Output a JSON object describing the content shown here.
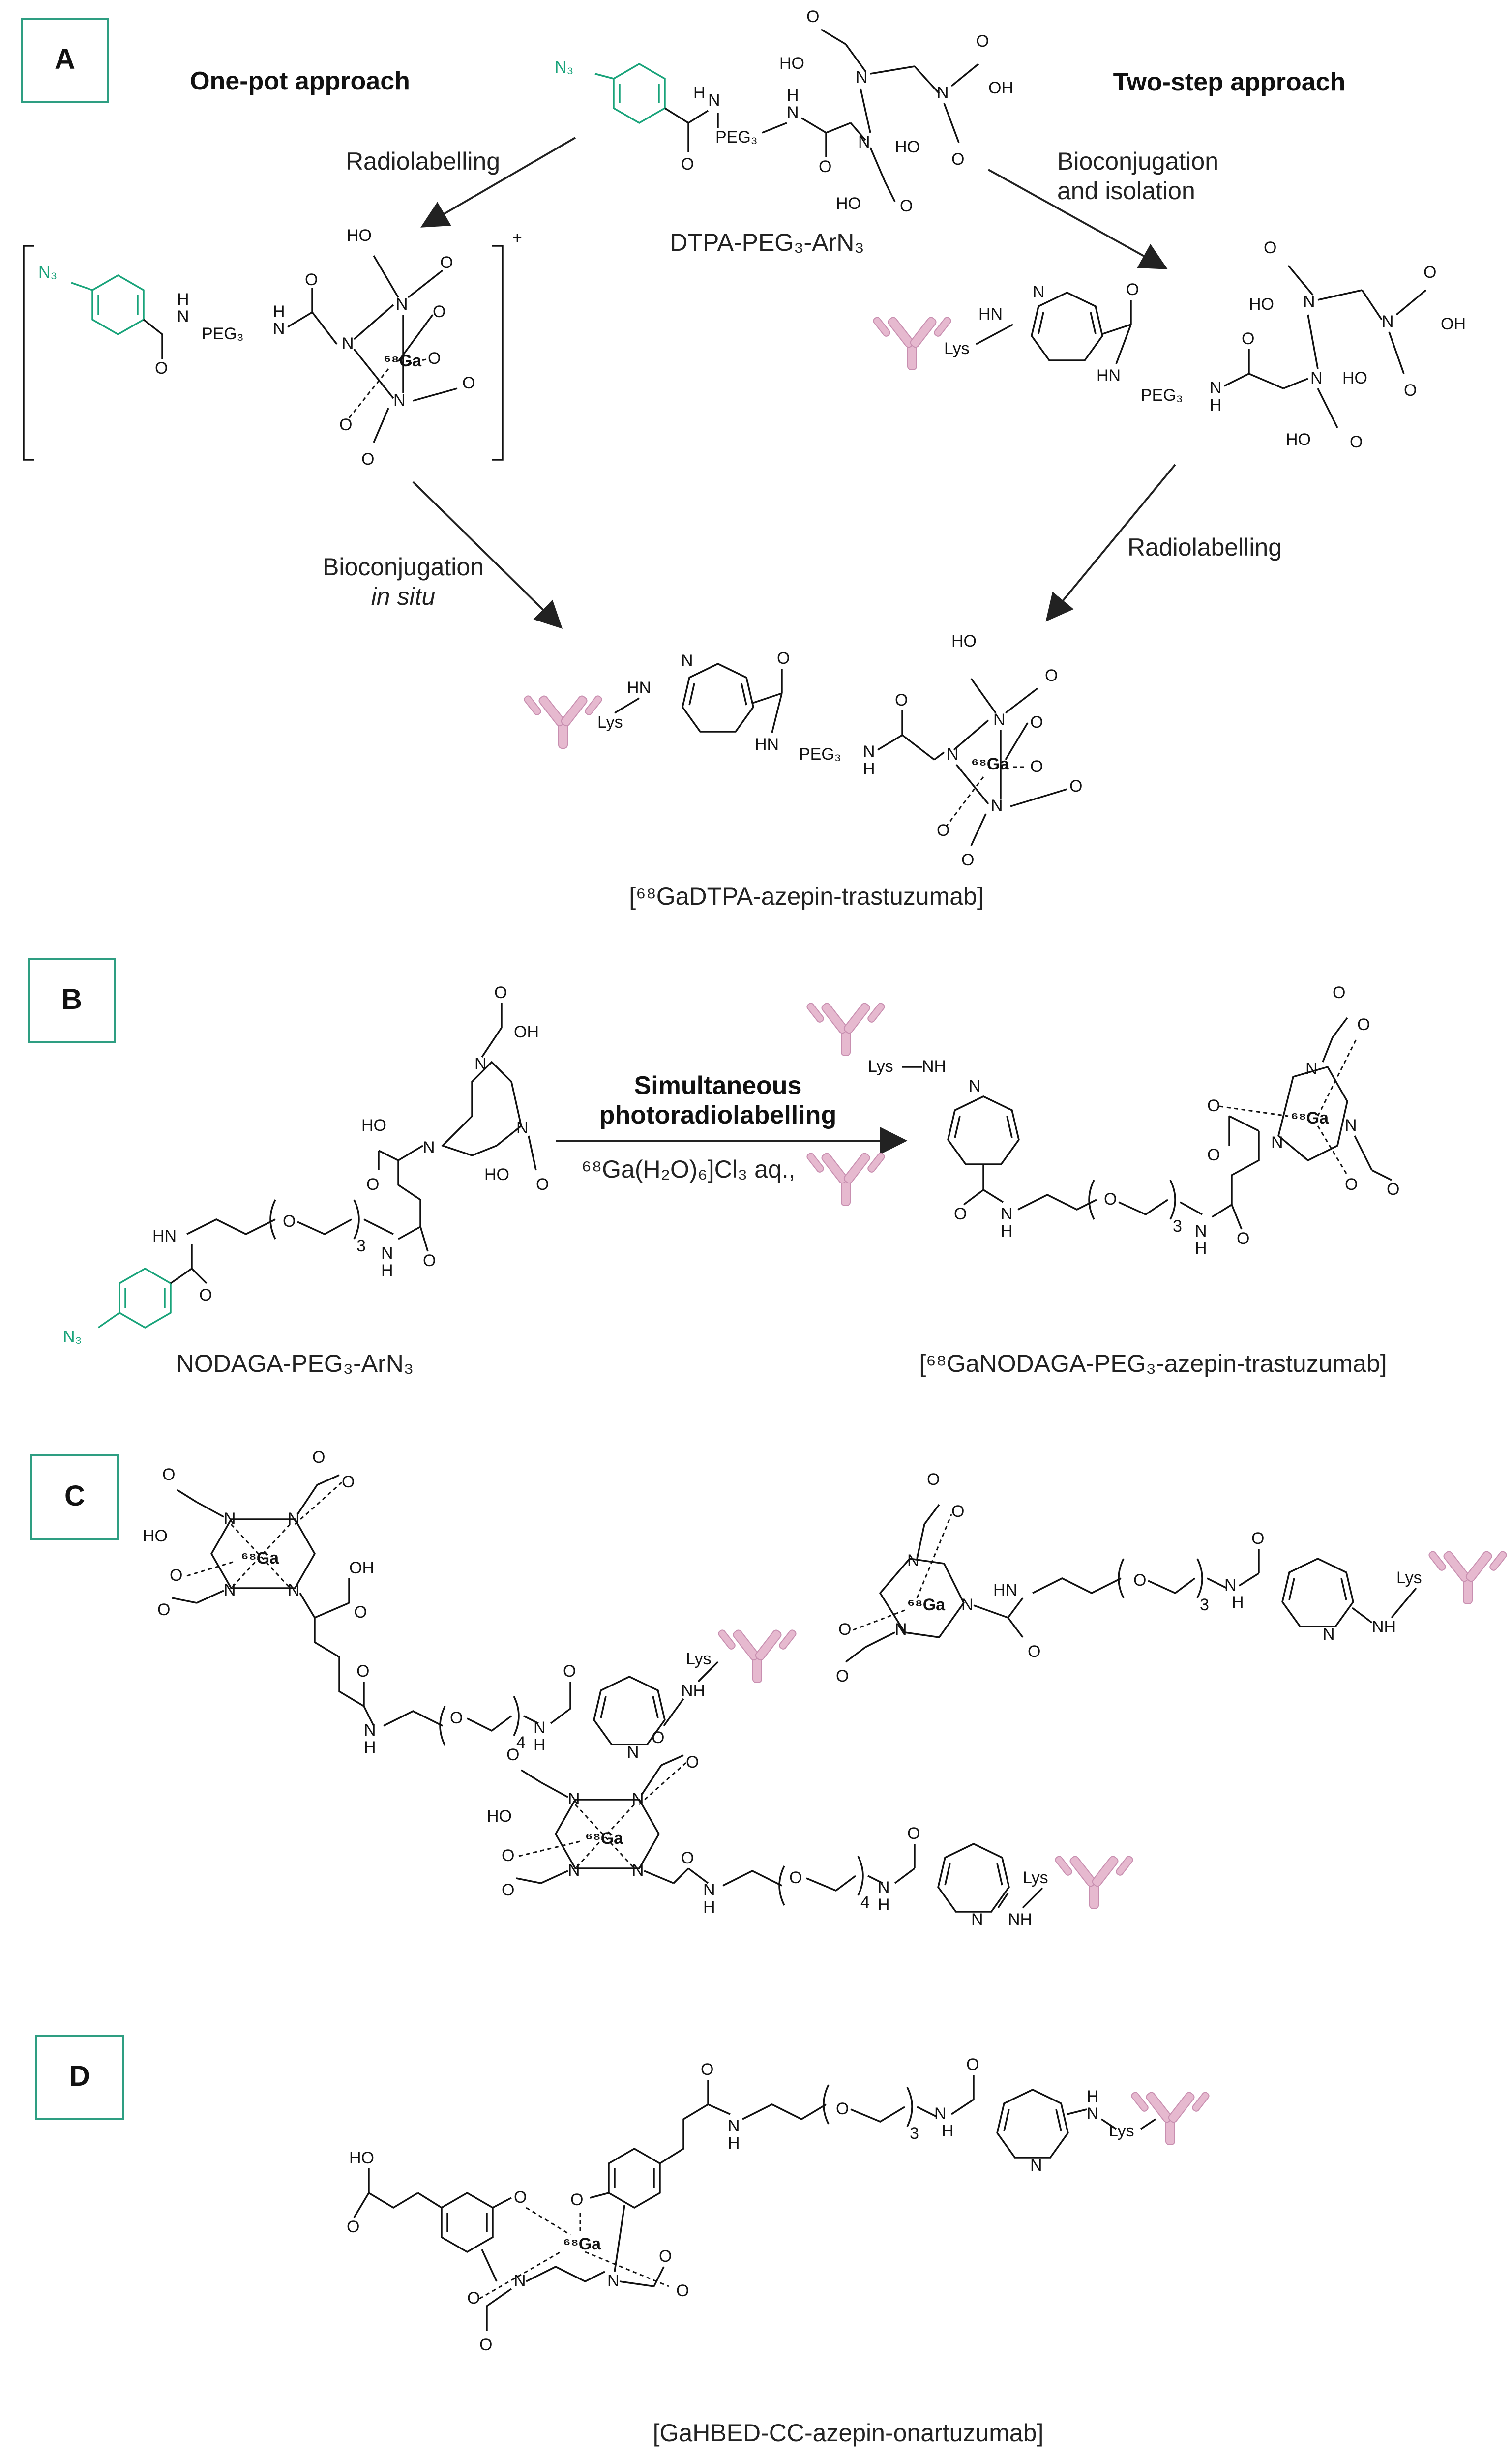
{
  "panels": {
    "a": {
      "letter": "A",
      "one_pot": "One-pot approach",
      "two_step": "Two-step approach",
      "reagent_caption": "DTPA-PEG₃-ArN₃",
      "step_radiolabelling_1": "Radiolabelling",
      "step_bioconj_line1": "Bioconjugation",
      "step_bioconj_line2": "and isolation",
      "step_bioconj_insitu_line1": "Bioconjugation",
      "step_bioconj_insitu_line2": "in situ",
      "step_radiolabelling_2": "Radiolabelling",
      "product_caption": "[⁶⁸GaDTPA-azepin-trastuzumab]",
      "charge": "+"
    },
    "b": {
      "letter": "B",
      "arrow_line1": "Simultaneous",
      "arrow_line2": "photoradiolabelling",
      "arrow_reagent": "⁶⁸Ga(H₂O)₆]Cl₃ aq.,",
      "reagent_caption": "NODAGA-PEG₃-ArN₃",
      "product_caption": "[⁶⁸GaNODAGA-PEG₃-azepin-trastuzumab]"
    },
    "c": {
      "letter": "C"
    },
    "d": {
      "letter": "D",
      "product_caption": "[GaHBED-CC-azepin-onartuzumab]"
    }
  },
  "atoms": {
    "n3": "N₃",
    "n": "N",
    "h": "H",
    "o": "O",
    "oh": "OH",
    "ho": "HO",
    "nh": "NH",
    "hn": "HN",
    "peg3": "PEG₃",
    "lys": "Lys",
    "ga68": "⁶⁸Ga",
    "ga": "Ga",
    "sub3": "3",
    "sub4": "4"
  },
  "colors": {
    "frame": "#2e9e82",
    "azide": "#19a37a",
    "antibody": "#e6b9cf"
  },
  "icons": [
    "antibody-icon",
    "reaction-arrow"
  ]
}
